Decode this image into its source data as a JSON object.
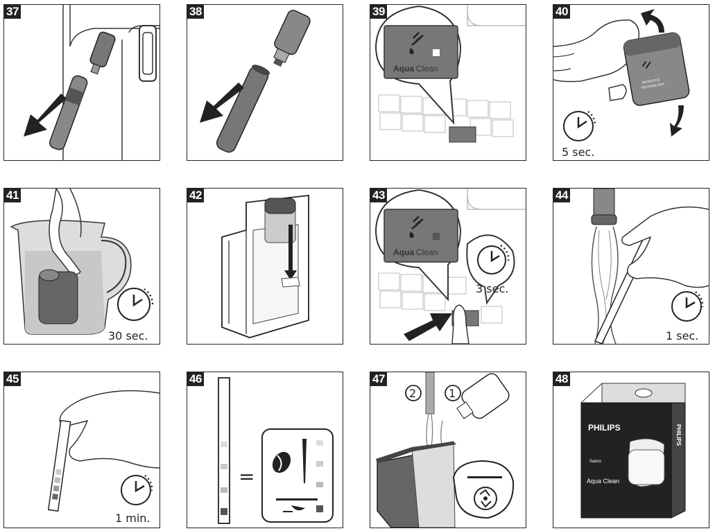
{
  "steps": [
    {
      "num": "37"
    },
    {
      "num": "38"
    },
    {
      "num": "39",
      "label_bold": "Aqua",
      "label_rest": " Clean"
    },
    {
      "num": "40",
      "timer": "5 sec.",
      "filter_text_1": "PATENTED",
      "filter_text_2": "TECHNOLOGY"
    },
    {
      "num": "41",
      "timer": "30 sec."
    },
    {
      "num": "42"
    },
    {
      "num": "43",
      "label_bold": "Aqua",
      "label_rest": " Clean",
      "timer": "3 sec."
    },
    {
      "num": "44",
      "timer": "1 sec."
    },
    {
      "num": "45",
      "timer": "1 min."
    },
    {
      "num": "46",
      "equals": "="
    },
    {
      "num": "47",
      "marker_1": "1",
      "marker_2": "2"
    },
    {
      "num": "48",
      "brand": "PHILIPS",
      "sub_brand": "Saeco",
      "product": "Aqua Clean"
    }
  ],
  "icons": [
    "arrow-icon",
    "clock-icon",
    "water-drop-icon",
    "coffee-bean-icon",
    "recycle-icon"
  ]
}
